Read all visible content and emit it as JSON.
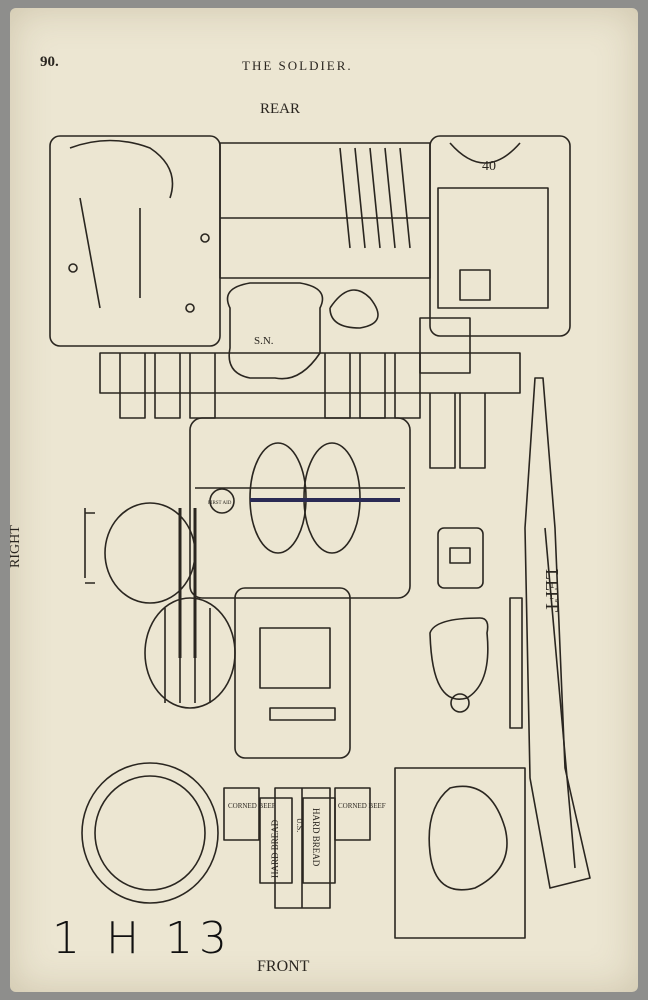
{
  "page": {
    "number": "90.",
    "header": "THE SOLDIER.",
    "labels": {
      "rear": "REAR",
      "front": "FRONT",
      "right": "RIGHT",
      "left": "LEFT"
    },
    "handwritten": "1 H 13"
  },
  "items": {
    "shirt_number": "40",
    "cap_marking": "S.N.",
    "first_aid": "FIRST AID",
    "corned_beef": "CORNED BEEF",
    "hard_bread": "HARD BREAD",
    "us": "U.S."
  },
  "colors": {
    "paper": "#ece6d2",
    "ink": "#2a2620",
    "background": "#8e8e8c"
  }
}
